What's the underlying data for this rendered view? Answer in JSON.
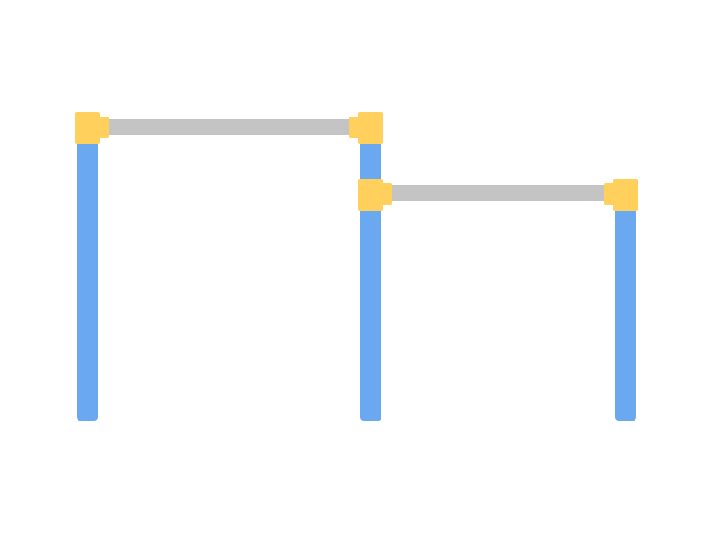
{
  "colors": {
    "background": "#ffffff",
    "post": "#6aa8f0",
    "beam": "#c4c4c4",
    "connector": "#ffd05c"
  },
  "structure": {
    "posts": [
      "post-left",
      "post-middle",
      "post-right"
    ],
    "beams": [
      "beam-upper",
      "beam-lower"
    ],
    "connectors": [
      "connector-left-top",
      "connector-middle-top",
      "connector-middle-mid",
      "connector-right-top"
    ]
  }
}
